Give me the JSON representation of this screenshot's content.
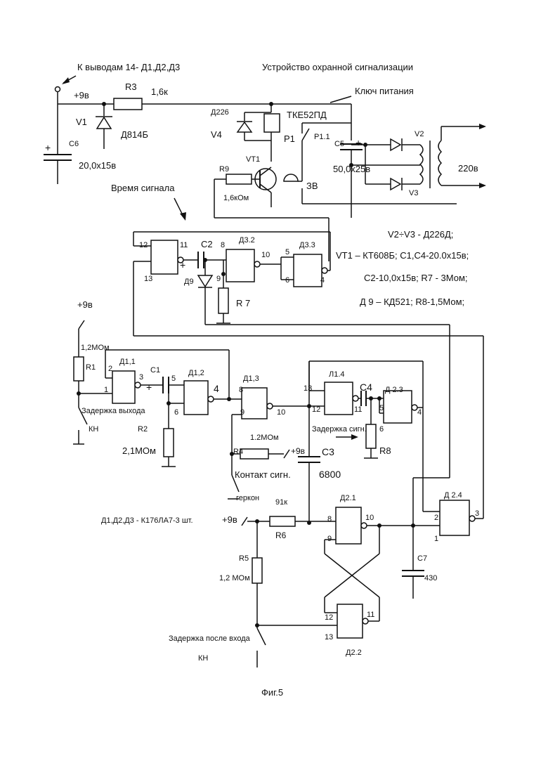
{
  "title": "Устройство  охранной сигнализации",
  "figure_caption": "Фиг.5",
  "labels": {
    "to_pins": "К выводам 14- Д1,Д2,Д3",
    "plus9_top": "+9в",
    "r3": "R3",
    "r3_value": "1,6к",
    "v1": "V1",
    "d814": "Д814Б",
    "c6": "C6",
    "c6_value": "20,0x15в",
    "d226": "Д226",
    "v4": "V4",
    "tke": "ТКЕ52ПД",
    "p1": "P1",
    "p11": "P1.1",
    "vt1": "VT1",
    "r9": "R9",
    "r9_value": "1,6кОм",
    "power_key": "Ключ питания",
    "c5": "C5",
    "c5_value": "50,0x25в",
    "zv": "ЗВ",
    "v2": "V2",
    "v3": "V3",
    "v220": "220в",
    "signal_time": "Время сигнала",
    "c2": "C2",
    "d9": "Д9",
    "r7": "R 7",
    "d32": "Д3.2",
    "d33": "Д3.3",
    "spec1": "V2÷V3  -  Д226Д;",
    "spec2": "VT1 –  КТ608Б; C1,C4-20.0x15в;",
    "spec3": "C2-10,0x15в;  R7 - 3Мом;",
    "spec4": "Д 9 – КД521; R8-1,5Мом;",
    "plus9_mid": "+9в",
    "r1_value": "1,2МОм",
    "r1": "R1",
    "d11": "Д1,1",
    "c1": "C1",
    "d12": "Д1,2",
    "d13": "Д1,3",
    "d14": "Л1.4",
    "c4": "C4",
    "d23": "Д 2.3",
    "exit_delay": "Задержка выхода",
    "kn1": "КН",
    "r2": "R2",
    "r2_value": "2,1МОм",
    "r4": "R4",
    "r4_value": "1.2МОм",
    "plus9_r4": "+9в",
    "c3": "C3",
    "c3_value": "6800",
    "signal_delay": "Задержка сигн.",
    "r8": "R8",
    "contact": "Контакт сигн.",
    "gerkon": "геркон",
    "chips": "Д1,Д2,Д3  -  К176ЛА7-3 шт.",
    "plus9_low": "+9в",
    "r6": "R6",
    "r6_value": "91к",
    "d21": "Д2.1",
    "d24": "Д 2.4",
    "c7": "C7",
    "c7_value": "430",
    "r5": "R5",
    "r5_value": "1,2 МОм",
    "d22": "Д2.2",
    "after_entry": "Задержка после входа",
    "kn2": "КН"
  },
  "pins": {
    "p12a": "12",
    "p11a": "11",
    "p13a": "13",
    "p8a": "8",
    "p9a": "9",
    "p10a": "10",
    "p5a": "5",
    "p6a": "6",
    "p4a": "4",
    "p2b": "2",
    "p1b": "1",
    "p3b": "3",
    "p5b": "5",
    "p6b": "6",
    "p4b": "4",
    "p8b": "8",
    "p9b": "9",
    "p10b": "10",
    "p13c": "13",
    "p12c": "12",
    "p11c": "11",
    "p6c": "6",
    "p5c": "5",
    "p4c": "4",
    "p8d": "8",
    "p9d": "9",
    "p10d": "10",
    "p2e": "2",
    "p1e": "1",
    "p3e": "3",
    "p12f": "12",
    "p13f": "13",
    "p11f": "11"
  }
}
